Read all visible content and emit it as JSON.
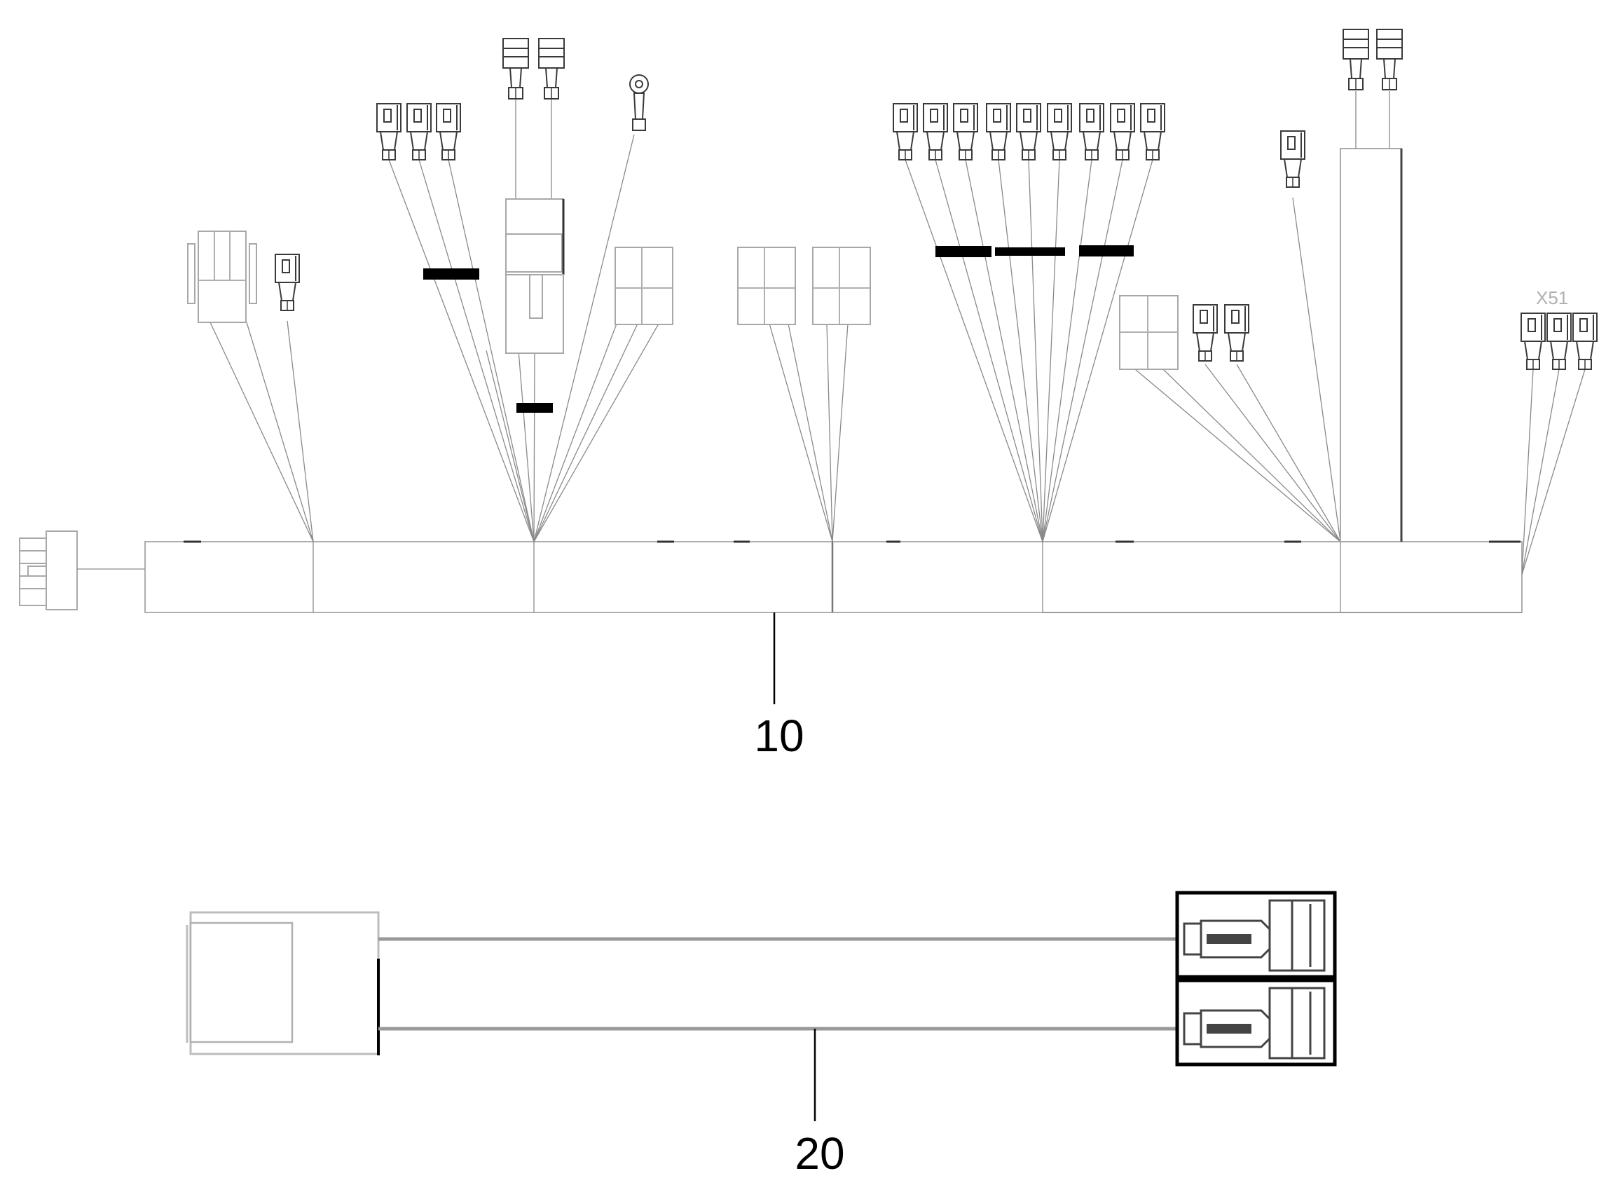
{
  "callouts": {
    "harness_main": "10",
    "harness_adapter": "20"
  },
  "labels": {
    "connector_x51": "X51"
  }
}
